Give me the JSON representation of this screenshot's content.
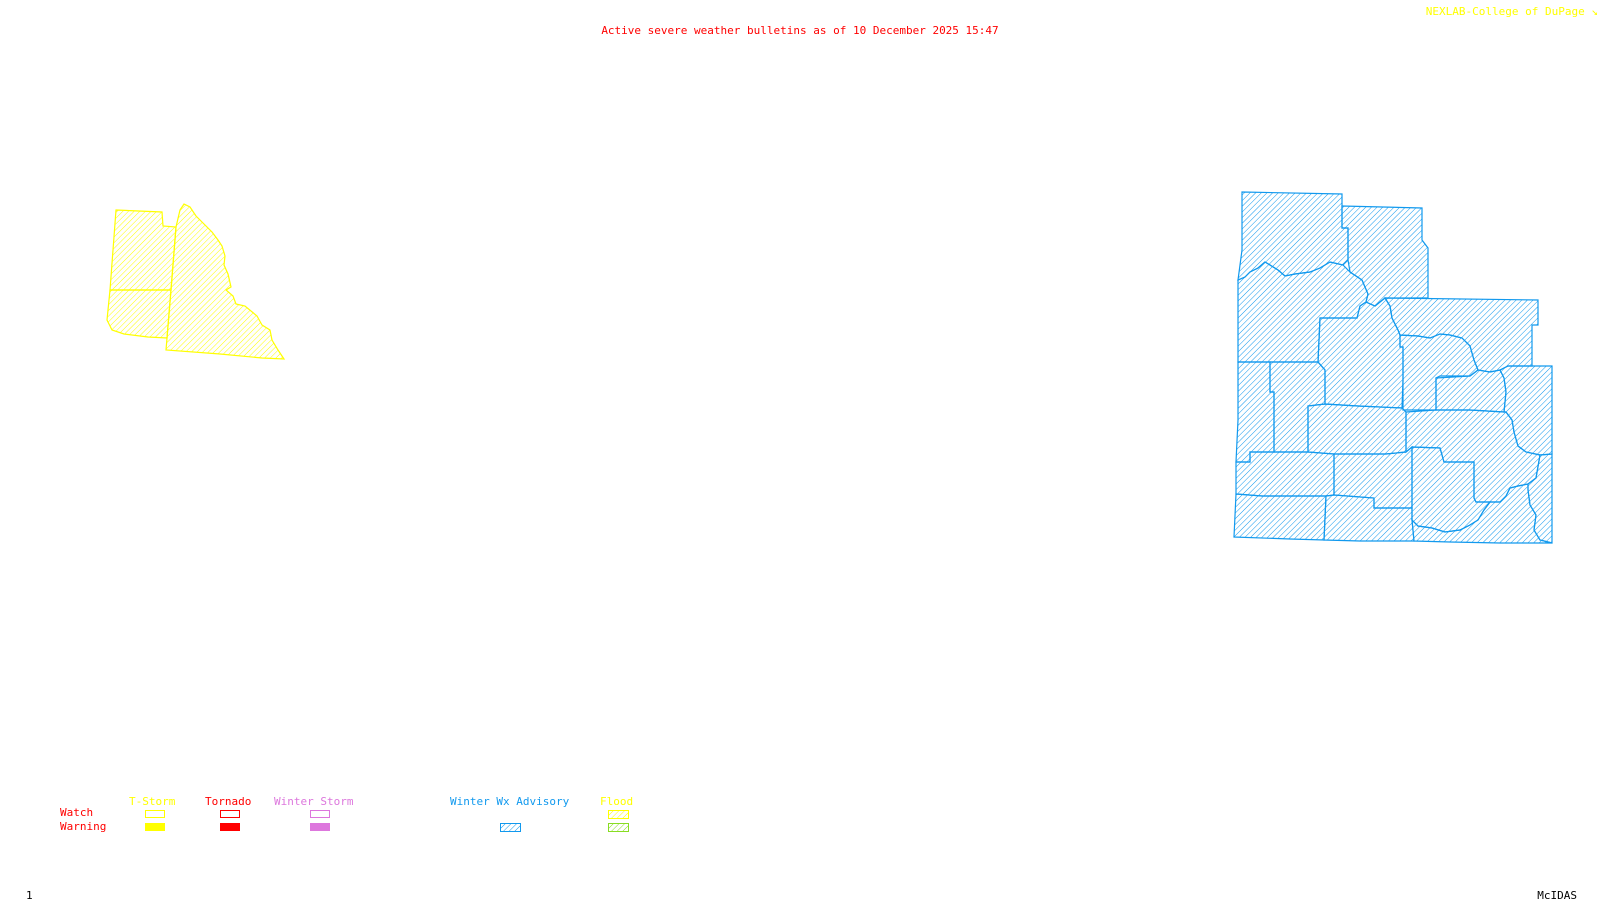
{
  "header": {
    "title": "Active severe weather bulletins as of 10 December 2025 15:47",
    "credit": "NEXLAB-College of DuPage"
  },
  "footer": {
    "frame_number": "1",
    "software": "McIDAS"
  },
  "colors": {
    "tstorm": "#ffff00",
    "tornado": "#ff0000",
    "winter_storm": "#dd77dd",
    "winter_wx_advisory": "#1199ee",
    "flood_watch": "#ffff00",
    "flood_warning": "#88dd22",
    "label_red": "#ff0000"
  },
  "legend": {
    "row_labels": {
      "watch": "Watch",
      "warning": "Warning"
    },
    "categories": [
      {
        "key": "tstorm",
        "label": "T-Storm",
        "watch": "outline",
        "warning": "solid"
      },
      {
        "key": "tornado",
        "label": "Tornado",
        "watch": "outline",
        "warning": "solid"
      },
      {
        "key": "winter_storm",
        "label": "Winter Storm",
        "watch": "outline",
        "warning": "solid"
      },
      {
        "key": "winter_wx_advisory",
        "label": "Winter Wx Advisory",
        "watch": null,
        "warning": "hatched"
      },
      {
        "key": "flood",
        "label": "Flood",
        "watch": "hatched",
        "warning": "hatched"
      }
    ]
  },
  "alert_areas": [
    {
      "name": "west-flood-watch-area",
      "type": "Flood Watch",
      "counties": 3
    },
    {
      "name": "east-winter-wx-advisory-area",
      "type": "Winter Wx Advisory",
      "counties": 22
    }
  ]
}
